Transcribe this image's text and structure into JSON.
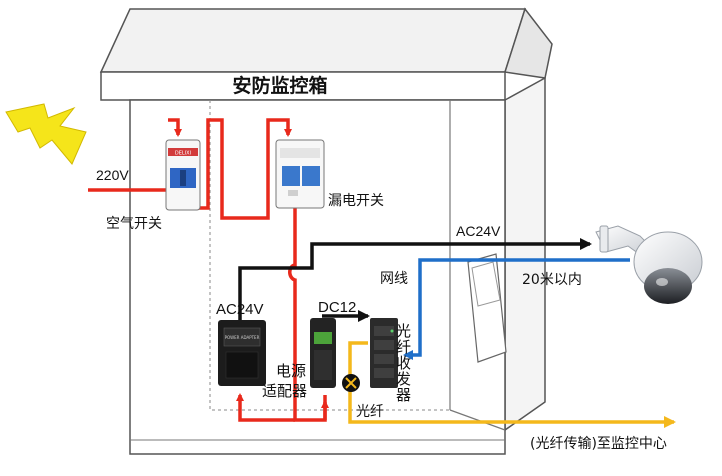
{
  "title": "安防监控箱",
  "labels": {
    "v220": "220V",
    "air_switch": "空气开关",
    "leakage_switch": "漏电开关",
    "ac24v_top": "AC24V",
    "network_cable": "网线",
    "within_20m": "20米以内",
    "ac24v_adapter": "AC24V",
    "dc12": "DC12",
    "power_adapter_line1": "电源",
    "power_adapter_line2": "适配器",
    "fiber_transceiver": "光纤收发器",
    "fiber": "光纤",
    "fiber_to_center": "(光纤传输)至监控中心"
  },
  "device_text": {
    "breaker_brand": "DELIXI",
    "transformer_plate": "POWER ADAPTER"
  },
  "colors": {
    "power_line": "#e8291c",
    "ac24v_line": "#111111",
    "network_line": "#1f6fc9",
    "fiber_line": "#f4b81c",
    "lightning": "#f5e51a",
    "cabinet_stroke": "#555555"
  },
  "icons": [
    "lightning-icon",
    "ptz-dome-camera-icon",
    "fiber-reel-icon"
  ]
}
